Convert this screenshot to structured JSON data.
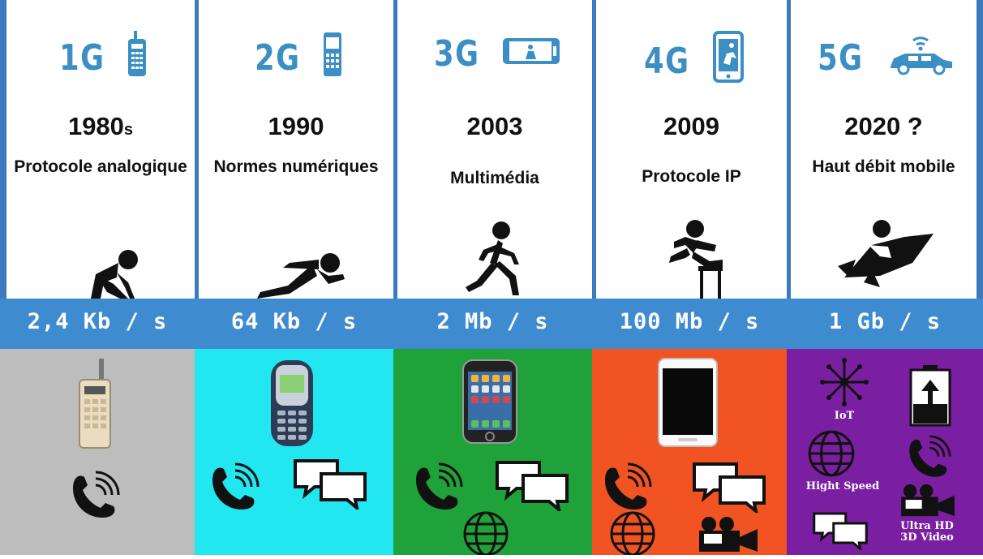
{
  "generations": [
    {
      "gen": "1G",
      "year": "1980",
      "year_suffix": "s",
      "desc": "Protocole analogique",
      "speed": "2,4 Kb / s",
      "panel_color": "#bdbdbd"
    },
    {
      "gen": "2G",
      "year": "1990",
      "year_suffix": "",
      "desc": "Normes numériques",
      "speed": "64 Kb / s",
      "panel_color": "#22e6f0"
    },
    {
      "gen": "3G",
      "year": "2003",
      "year_suffix": "",
      "desc": "Multimédia",
      "speed": "2 Mb / s",
      "panel_color": "#1fa23a"
    },
    {
      "gen": "4G",
      "year": "2009",
      "year_suffix": "",
      "desc": "Protocole IP",
      "speed": "100 Mb / s",
      "panel_color": "#f25322"
    },
    {
      "gen": "5G",
      "year": "2020 ?",
      "year_suffix": "",
      "desc": "Haut débit mobile",
      "speed": "1 Gb / s",
      "panel_color": "#7b1fa2"
    }
  ],
  "labels_5g": {
    "iot": "IoT",
    "speed": "Hight Speed",
    "video_line1": "Ultra HD",
    "video_line2": "3D Video"
  },
  "icons": [
    "phone-call-icon",
    "chat-bubbles-icon",
    "globe-icon",
    "video-camera-icon",
    "network-icon",
    "battery-upload-icon"
  ],
  "colors": {
    "header_blue": "#3b7bbd",
    "speed_bar": "#3f8bd0",
    "gen_text": "#3b8fc5"
  }
}
